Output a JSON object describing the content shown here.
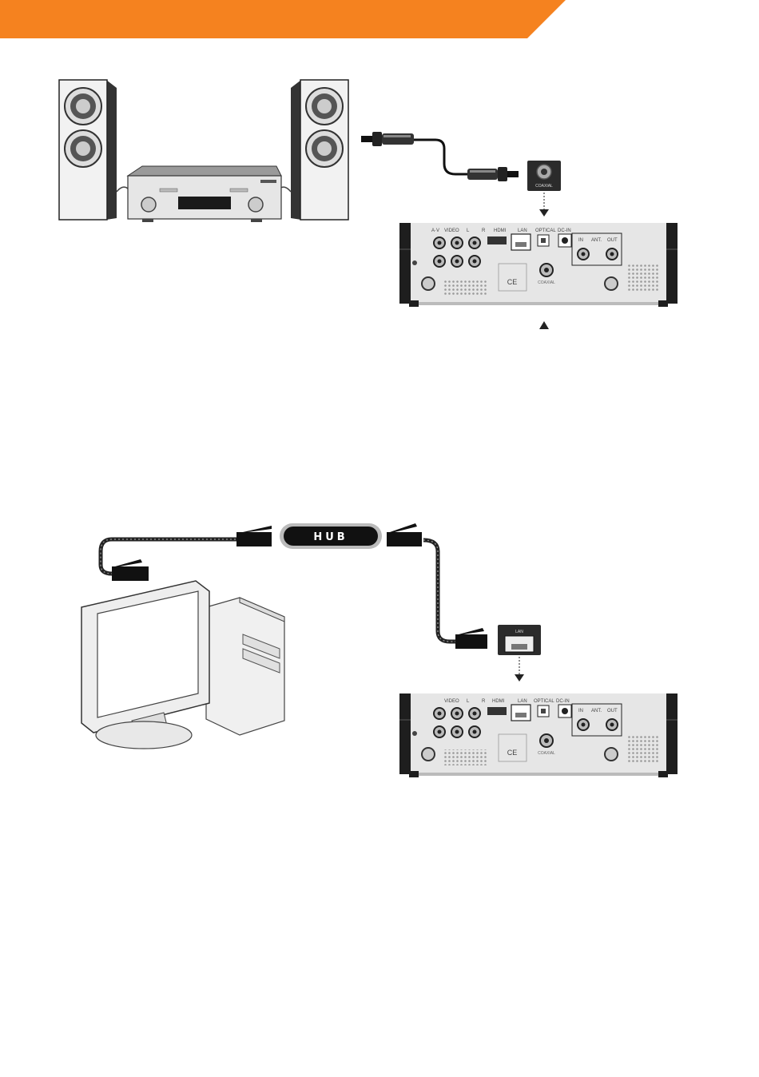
{
  "header": {
    "band_color": "#f5821f"
  },
  "diagram1": {
    "coaxial_port_label": "COAXIAL",
    "player_labels": {
      "av_out": "A·V",
      "video": "VIDEO",
      "l": "L",
      "r": "R",
      "hdmi": "HDMI",
      "lan": "LAN",
      "optical": "OPTICAL",
      "dc_in": "DC-IN",
      "in": "IN",
      "ant": "ANT.",
      "out": "OUT",
      "coaxial": "COAXIAL"
    }
  },
  "diagram2": {
    "hub_label": "HUB",
    "lan_port_label": "LAN",
    "player_labels": {
      "video": "VIDEO",
      "l": "L",
      "r": "R",
      "hdmi": "HDMI",
      "lan": "LAN",
      "optical": "OPTICAL",
      "dc_in": "DC-IN",
      "in": "IN",
      "ant": "ANT.",
      "out": "OUT",
      "coaxial": "COAXIAL"
    }
  }
}
